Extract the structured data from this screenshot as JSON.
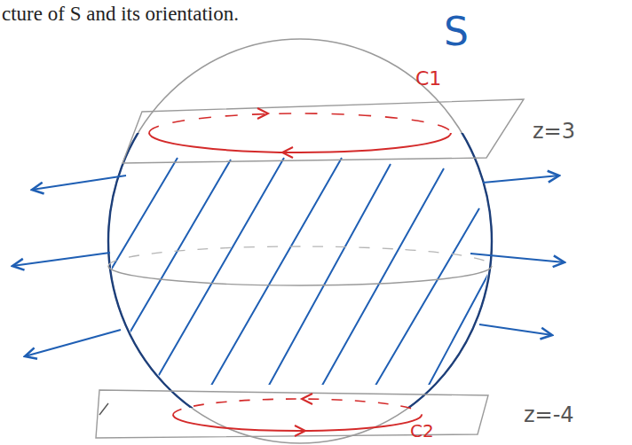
{
  "diagram": {
    "labels": [
      "cture of S and its orientation.",
      "S",
      "C1",
      "z=3",
      "z=-4",
      "C2"
    ]
  }
}
